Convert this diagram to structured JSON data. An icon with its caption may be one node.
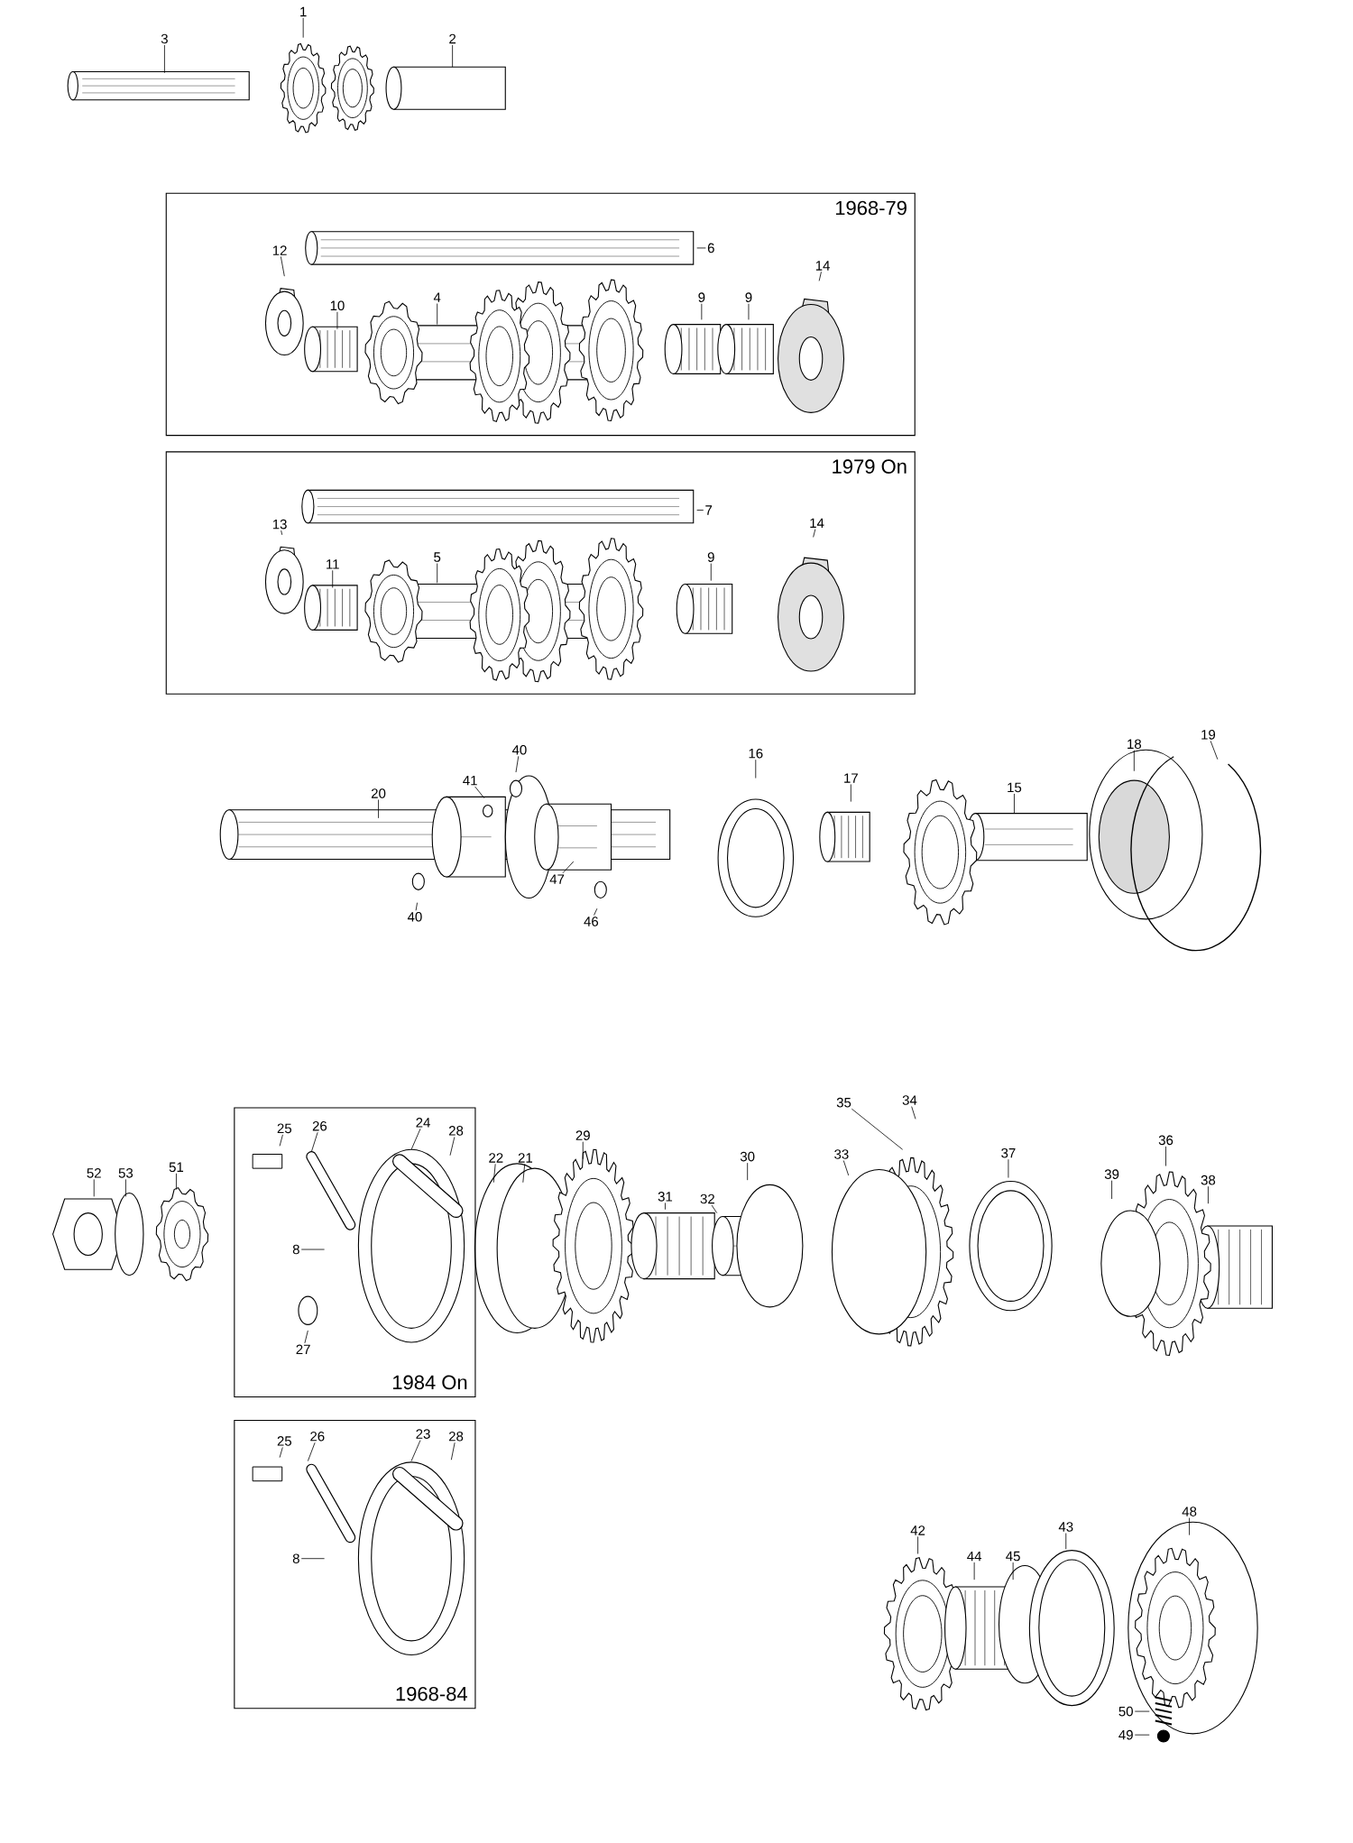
{
  "diagram": {
    "nodes": [
      {
        "text": [
          "1"
        ]
      },
      {
        "text": [
          "3"
        ]
      },
      {
        "text": [
          "2"
        ]
      },
      {
        "text": [
          "1968-79"
        ]
      },
      {
        "text": [
          "6"
        ],
        "in": 3
      },
      {
        "text": [
          "12"
        ],
        "in": 3
      },
      {
        "text": [
          "14"
        ],
        "in": 3
      },
      {
        "text": [
          "10"
        ],
        "in": 3
      },
      {
        "text": [
          "4"
        ],
        "in": 3
      },
      {
        "text": [
          "9"
        ],
        "in": 3
      },
      {
        "text": [
          "9"
        ],
        "in": 3
      },
      {
        "text": [
          "1979 On"
        ]
      },
      {
        "text": [
          "7"
        ],
        "in": 11
      },
      {
        "text": [
          "13"
        ],
        "in": 11
      },
      {
        "text": [
          "14"
        ],
        "in": 11
      },
      {
        "text": [
          "11"
        ],
        "in": 11
      },
      {
        "text": [
          "5"
        ],
        "in": 11
      },
      {
        "text": [
          "9"
        ],
        "in": 11
      },
      {
        "text": [
          "40"
        ]
      },
      {
        "text": [
          "16"
        ]
      },
      {
        "text": [
          "19"
        ]
      },
      {
        "text": [
          "18"
        ]
      },
      {
        "text": [
          "41"
        ]
      },
      {
        "text": [
          "20"
        ]
      },
      {
        "text": [
          "17"
        ]
      },
      {
        "text": [
          "15"
        ]
      },
      {
        "text": [
          "47"
        ]
      },
      {
        "text": [
          "46"
        ]
      },
      {
        "text": [
          "40"
        ]
      },
      {
        "text": [
          "1984 On"
        ]
      },
      {
        "text": [
          "25"
        ],
        "in": 29
      },
      {
        "text": [
          "26"
        ],
        "in": 29
      },
      {
        "text": [
          "24"
        ],
        "in": 29
      },
      {
        "text": [
          "28"
        ],
        "in": 29
      },
      {
        "text": [
          "8"
        ],
        "in": 29
      },
      {
        "text": [
          "27"
        ],
        "in": 29
      },
      {
        "text": [
          "52"
        ]
      },
      {
        "text": [
          "53"
        ]
      },
      {
        "text": [
          "51"
        ]
      },
      {
        "text": [
          "22"
        ]
      },
      {
        "text": [
          "21"
        ]
      },
      {
        "text": [
          "29"
        ]
      },
      {
        "text": [
          "30"
        ]
      },
      {
        "text": [
          "31"
        ]
      },
      {
        "text": [
          "32"
        ]
      },
      {
        "text": [
          "35"
        ]
      },
      {
        "text": [
          "34"
        ]
      },
      {
        "text": [
          "33"
        ]
      },
      {
        "text": [
          "37"
        ]
      },
      {
        "text": [
          "36"
        ]
      },
      {
        "text": [
          "39"
        ]
      },
      {
        "text": [
          "38"
        ]
      },
      {
        "text": [
          "1968-84"
        ]
      },
      {
        "text": [
          "25"
        ],
        "in": 52
      },
      {
        "text": [
          "26"
        ],
        "in": 52
      },
      {
        "text": [
          "23"
        ],
        "in": 52
      },
      {
        "text": [
          "28"
        ],
        "in": 52
      },
      {
        "text": [
          "8"
        ],
        "in": 52
      },
      {
        "text": [
          "48"
        ]
      },
      {
        "text": [
          "42"
        ]
      },
      {
        "text": [
          "43"
        ]
      },
      {
        "text": [
          "44"
        ]
      },
      {
        "text": [
          "45"
        ]
      },
      {
        "text": [
          "50"
        ]
      },
      {
        "text": [
          "49"
        ]
      }
    ],
    "edges": [
      {
        "from": 0,
        "to": null,
        "arrow": "none"
      },
      {
        "from": 1,
        "to": null,
        "arrow": "none"
      },
      {
        "from": 2,
        "to": null,
        "arrow": "none"
      },
      {
        "from": 4,
        "to": null,
        "arrow": "none"
      },
      {
        "from": 5,
        "to": null,
        "arrow": "none"
      },
      {
        "from": 6,
        "to": null,
        "arrow": "none"
      },
      {
        "from": 7,
        "to": null,
        "arrow": "none"
      },
      {
        "from": 8,
        "to": null,
        "arrow": "none"
      },
      {
        "from": 9,
        "to": null,
        "arrow": "none"
      },
      {
        "from": 10,
        "to": null,
        "arrow": "none"
      },
      {
        "from": 12,
        "to": null,
        "arrow": "none"
      },
      {
        "from": 13,
        "to": null,
        "arrow": "none"
      },
      {
        "from": 14,
        "to": null,
        "arrow": "none"
      },
      {
        "from": 15,
        "to": null,
        "arrow": "none"
      },
      {
        "from": 16,
        "to": null,
        "arrow": "none"
      },
      {
        "from": 17,
        "to": null,
        "arrow": "none"
      },
      {
        "from": 18,
        "to": null,
        "arrow": "none"
      },
      {
        "from": 19,
        "to": null,
        "arrow": "none"
      },
      {
        "from": 20,
        "to": null,
        "arrow": "none"
      },
      {
        "from": 21,
        "to": null,
        "arrow": "none"
      },
      {
        "from": 22,
        "to": null,
        "arrow": "none"
      },
      {
        "from": 23,
        "to": null,
        "arrow": "none"
      },
      {
        "from": 24,
        "to": null,
        "arrow": "none"
      },
      {
        "from": 25,
        "to": null,
        "arrow": "none"
      },
      {
        "from": 26,
        "to": null,
        "arrow": "none"
      },
      {
        "from": 27,
        "to": null,
        "arrow": "none"
      },
      {
        "from": 28,
        "to": null,
        "arrow": "none"
      },
      {
        "from": 30,
        "to": null,
        "arrow": "none"
      },
      {
        "from": 31,
        "to": null,
        "arrow": "none"
      },
      {
        "from": 32,
        "to": null,
        "arrow": "none"
      },
      {
        "from": 33,
        "to": null,
        "arrow": "none"
      },
      {
        "from": 34,
        "to": null,
        "arrow": "none"
      },
      {
        "from": 35,
        "to": null,
        "arrow": "none"
      },
      {
        "from": 36,
        "to": null,
        "arrow": "none"
      },
      {
        "from": 37,
        "to": null,
        "arrow": "none"
      },
      {
        "from": 38,
        "to": null,
        "arrow": "none"
      },
      {
        "from": 39,
        "to": null,
        "arrow": "none"
      },
      {
        "from": 40,
        "to": null,
        "arrow": "none"
      },
      {
        "from": 41,
        "to": null,
        "arrow": "none"
      },
      {
        "from": 42,
        "to": null,
        "arrow": "none"
      },
      {
        "from": 43,
        "to": null,
        "arrow": "none"
      },
      {
        "from": 44,
        "to": null,
        "arrow": "none"
      },
      {
        "from": 45,
        "to": null,
        "arrow": "none"
      },
      {
        "from": 46,
        "to": null,
        "arrow": "none"
      },
      {
        "from": 47,
        "to": null,
        "arrow": "none"
      },
      {
        "from": 48,
        "to": null,
        "arrow": "none"
      },
      {
        "from": 49,
        "to": null,
        "arrow": "none"
      },
      {
        "from": 50,
        "to": null,
        "arrow": "none"
      },
      {
        "from": 51,
        "to": null,
        "arrow": "none"
      },
      {
        "from": 53,
        "to": null,
        "arrow": "none"
      },
      {
        "from": 54,
        "to": null,
        "arrow": "none"
      },
      {
        "from": 55,
        "to": null,
        "arrow": "none"
      },
      {
        "from": 56,
        "to": null,
        "arrow": "none"
      },
      {
        "from": 57,
        "to": null,
        "arrow": "none"
      },
      {
        "from": 58,
        "to": null,
        "arrow": "none"
      },
      {
        "from": 59,
        "to": null,
        "arrow": "none"
      },
      {
        "from": 60,
        "to": null,
        "arrow": "none"
      },
      {
        "from": 61,
        "to": null,
        "arrow": "none"
      },
      {
        "from": 62,
        "to": null,
        "arrow": "none"
      },
      {
        "from": 63,
        "to": null,
        "arrow": "none"
      },
      {
        "from": 64,
        "to": null,
        "arrow": "none"
      }
    ]
  }
}
